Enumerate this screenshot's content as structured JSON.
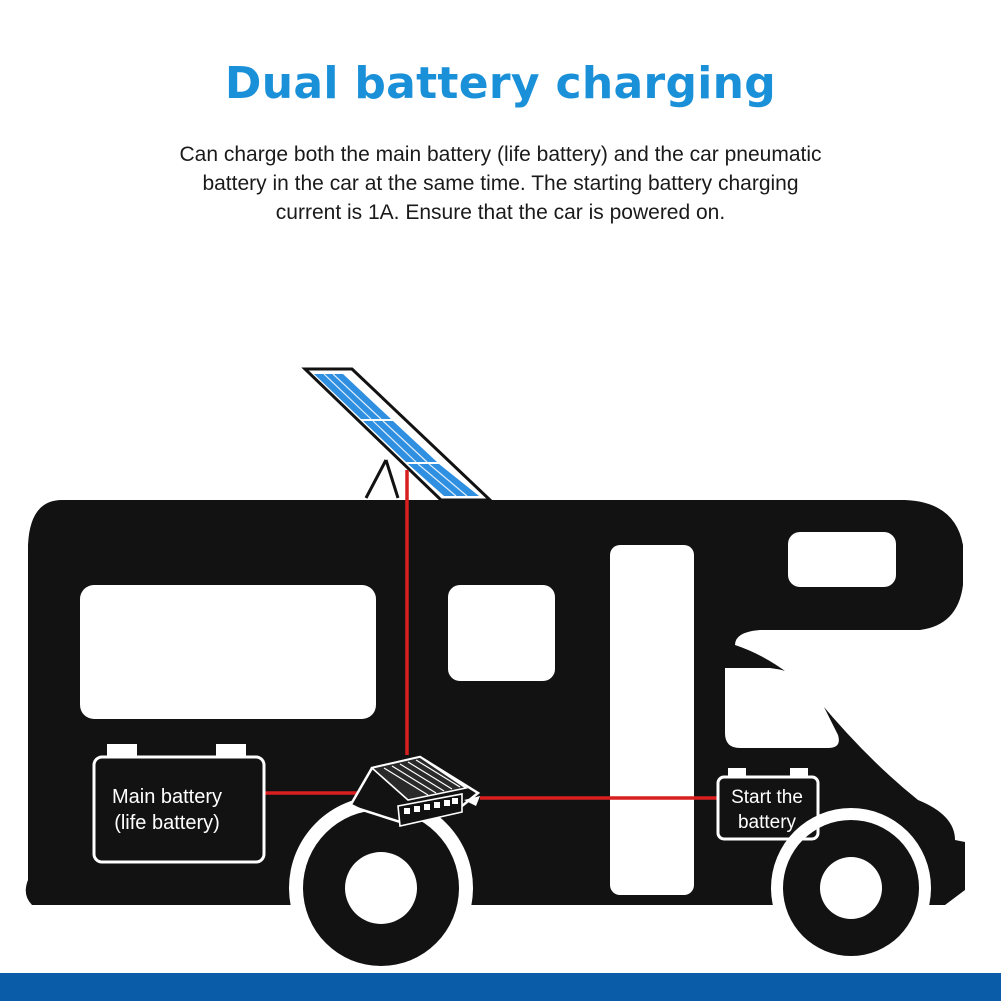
{
  "title": "Dual battery charging",
  "description": {
    "line1": "Can charge both the main battery (life battery) and the car pneumatic",
    "line2": "battery in the car at the same time. The starting battery charging",
    "line3": "current is 1A. Ensure that the car is powered on."
  },
  "labels": {
    "main_battery_line1": "Main battery",
    "main_battery_line2": "(life battery)",
    "start_battery_line1": "Start the",
    "start_battery_line2": "battery"
  },
  "colors": {
    "title": "#1a90d9",
    "vehicle": "#121212",
    "window": "#ffffff",
    "wire": "#d81e1e",
    "solar_cell": "#2f8fe0",
    "bottom_bar": "#0b5ca8"
  },
  "icons": {
    "vehicle": "motorhome-silhouette",
    "solar": "solar-panel",
    "charger": "dc-dc-charger",
    "battery": "battery-outline"
  }
}
